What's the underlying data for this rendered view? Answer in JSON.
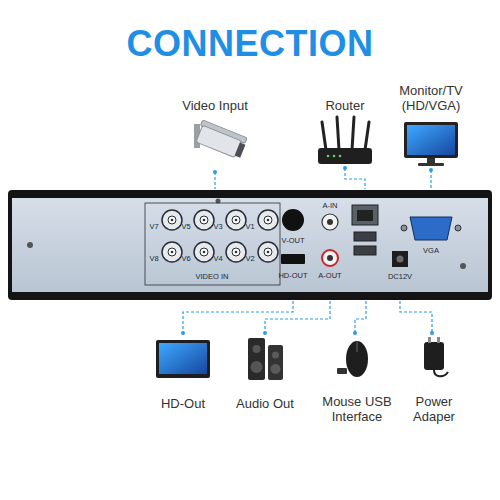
{
  "diagram": {
    "title": "CONNECTION",
    "labels": [
      "Video Input",
      "Router",
      "Monitor/TV (HD/VGA)",
      "A-IN",
      "V7",
      "V5",
      "V3",
      "V1",
      "V-OUT",
      "V8",
      "V6",
      "V4",
      "V2",
      "VGA",
      "VIDEO IN",
      "HD-OUT",
      "A-OUT",
      "DC12V",
      "HD-Out",
      "Audio Out",
      "Mouse USB Interface",
      "Power Adaper"
    ]
  }
}
